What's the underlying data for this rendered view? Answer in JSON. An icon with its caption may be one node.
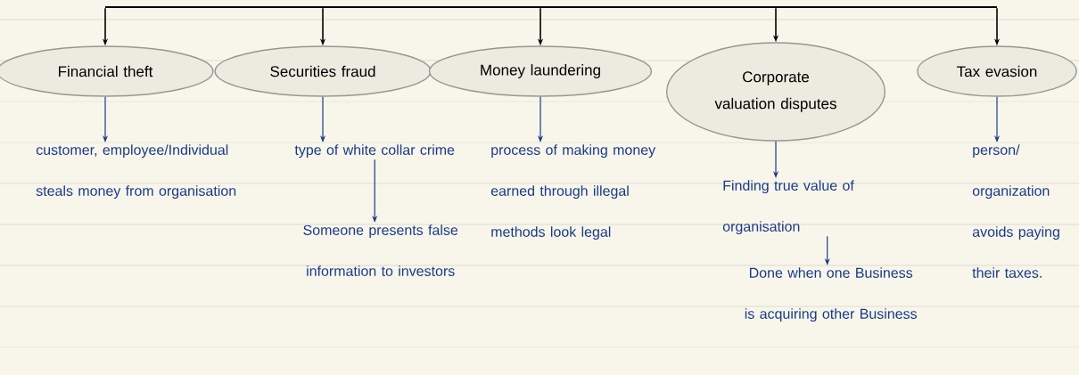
{
  "diagram": {
    "nodes": [
      {
        "text": [
          "Financial theft"
        ]
      },
      {
        "text": [
          "Securities fraud"
        ]
      },
      {
        "text": [
          "Money laundering"
        ]
      },
      {
        "text": [
          "Corporate valuation disputes"
        ]
      },
      {
        "text": [
          "Tax evasion"
        ]
      },
      {
        "text": [
          "customer, employee/Individual steals money from organisation"
        ]
      },
      {
        "text": [
          "type of white collar crime"
        ]
      },
      {
        "text": [
          "Someone presents false information to investors"
        ]
      },
      {
        "text": [
          "process of making money earned through illegal methods look legal"
        ]
      },
      {
        "text": [
          "Finding true value of organisation"
        ]
      },
      {
        "text": [
          "Done when one Business is acquiring other Business"
        ]
      },
      {
        "text": [
          "person/ organization avoids paying their taxes."
        ]
      },
      {
        "text": [],
        "shape": "bar"
      }
    ],
    "edges": [
      {
        "from": 12,
        "to": 0,
        "arrow": "to",
        "color": "#000000"
      },
      {
        "from": 12,
        "to": 1,
        "arrow": "to",
        "color": "#000000"
      },
      {
        "from": 12,
        "to": 2,
        "arrow": "to",
        "color": "#000000"
      },
      {
        "from": 12,
        "to": 3,
        "arrow": "to",
        "color": "#000000"
      },
      {
        "from": 12,
        "to": 4,
        "arrow": "to",
        "color": "#000000"
      },
      {
        "from": 0,
        "to": 5,
        "arrow": "to"
      },
      {
        "from": 1,
        "to": 6,
        "arrow": "to"
      },
      {
        "from": 6,
        "to": 7,
        "arrow": "to"
      },
      {
        "from": 2,
        "to": 8,
        "arrow": "to"
      },
      {
        "from": 3,
        "to": 9,
        "arrow": "to"
      },
      {
        "from": 9,
        "to": 10,
        "arrow": "to"
      },
      {
        "from": 4,
        "to": 11,
        "arrow": "to"
      }
    ]
  }
}
